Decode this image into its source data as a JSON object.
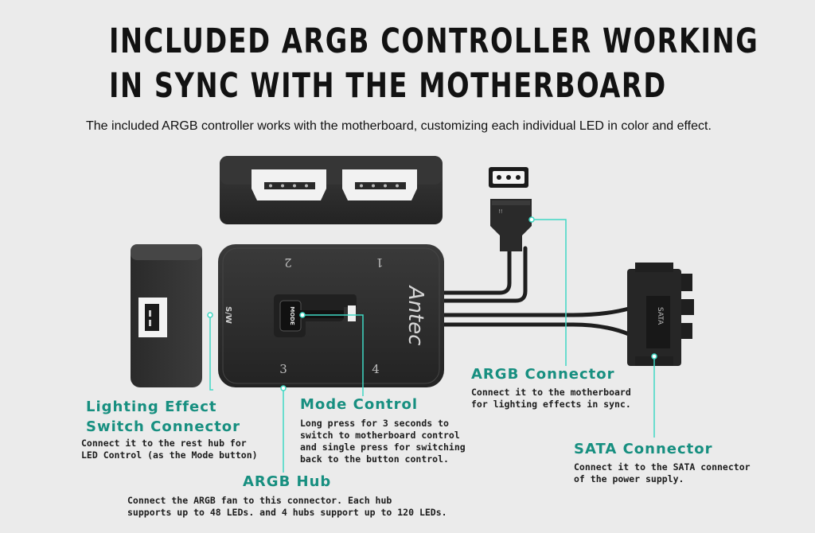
{
  "title_lines": [
    "INCLUDED ARGB CONTROLLER WORKING",
    "IN SYNC WITH THE MOTHERBOARD"
  ],
  "subtitle": "The included ARGB controller works with the motherboard, customizing each individual LED in color and effect.",
  "device": {
    "brand": "Antec",
    "button_text": "MODE",
    "port_numbers": [
      "2",
      "1",
      "3",
      "4"
    ],
    "side_port_text": "S/W",
    "sata_text": "SATA",
    "plug_marker": "!!"
  },
  "callouts": {
    "lighting_effect": {
      "title_lines": [
        "Lighting Effect",
        "Switch Connector"
      ],
      "desc_lines": [
        "Connect it to the rest hub for",
        "LED Control (as the Mode button)"
      ]
    },
    "mode_control": {
      "title": "Mode Control",
      "desc_lines": [
        "Long press for 3 seconds to",
        "switch to motherboard control",
        "and single press for switching",
        "back to the button control."
      ]
    },
    "argb_hub": {
      "title": "ARGB Hub",
      "desc_lines": [
        "Connect the ARGB fan to this connector. Each hub",
        "supports up to 48 LEDs. and 4 hubs support up to 120 LEDs."
      ]
    },
    "argb_connector": {
      "title": "ARGB Connector",
      "desc_lines": [
        "Connect it to the motherboard",
        "for lighting effects in sync."
      ]
    },
    "sata_connector": {
      "title": "SATA Connector",
      "desc_lines": [
        "Connect it to the SATA connector",
        "of the power supply."
      ]
    }
  },
  "colors": {
    "background": "#ebebeb",
    "accent": "#178f80",
    "leader": "#3fd8c4",
    "device": "#2c2c2c"
  }
}
